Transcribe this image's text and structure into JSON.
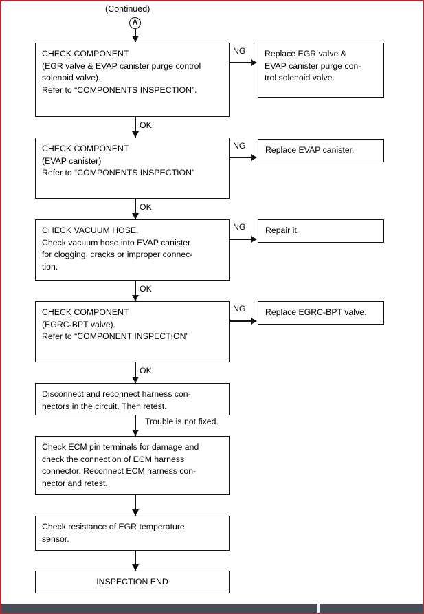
{
  "header": {
    "continued_label": "(Continued)",
    "connector_label": "A"
  },
  "edge_labels": {
    "ng": "NG",
    "ok": "OK",
    "trouble": "Trouble is not fixed."
  },
  "flow": {
    "main_steps": [
      {
        "name": "check-component-egr-evap",
        "text": "CHECK COMPONENT\n(EGR valve & EVAP canister purge control\nsolenoid valve).\nRefer to “COMPONENTS INSPECTION”.",
        "branch": "NG",
        "exit": "OK"
      },
      {
        "name": "check-component-evap-canister",
        "text": "CHECK COMPONENT\n(EVAP canister)\nRefer to “COMPONENTS INSPECTION”",
        "branch": "NG",
        "exit": "OK"
      },
      {
        "name": "check-vacuum-hose",
        "text": "CHECK VACUUM HOSE.\nCheck vacuum hose into EVAP canister\nfor clogging, cracks or improper connec-\ntion.",
        "branch": "NG",
        "exit": "OK"
      },
      {
        "name": "check-component-egrc-bpt",
        "text": "CHECK COMPONENT\n(EGRC-BPT valve).\nRefer to “COMPONENT INSPECTION”",
        "branch": "NG",
        "exit": "OK"
      },
      {
        "name": "disconnect-reconnect-harness",
        "text": "Disconnect and reconnect harness con-\nnectors in the circuit. Then retest.",
        "branch": null,
        "exit": "Trouble is not fixed."
      },
      {
        "name": "check-ecm-pin-terminals",
        "text": "Check ECM pin terminals for damage and\ncheck the connection of ECM harness\nconnector. Reconnect ECM harness con-\nnector and retest.",
        "branch": null,
        "exit": null
      },
      {
        "name": "check-egr-temperature-sensor",
        "text": "Check resistance of EGR temperature\nsensor.",
        "branch": null,
        "exit": null
      },
      {
        "name": "inspection-end",
        "text": "INSPECTION END",
        "branch": null,
        "exit": null
      }
    ],
    "ng_results": [
      {
        "name": "replace-egr-valve-and-solenoid",
        "text": "Replace EGR valve &\nEVAP canister purge con-\ntrol solenoid valve."
      },
      {
        "name": "replace-evap-canister",
        "text": "Replace EVAP canister."
      },
      {
        "name": "repair-it",
        "text": "Repair it."
      },
      {
        "name": "replace-egrc-bpt-valve",
        "text": "Replace EGRC-BPT valve."
      }
    ]
  },
  "colors": {
    "page_border": "#a82c32",
    "line": "#111111",
    "chrome_bar": "#474d58"
  }
}
